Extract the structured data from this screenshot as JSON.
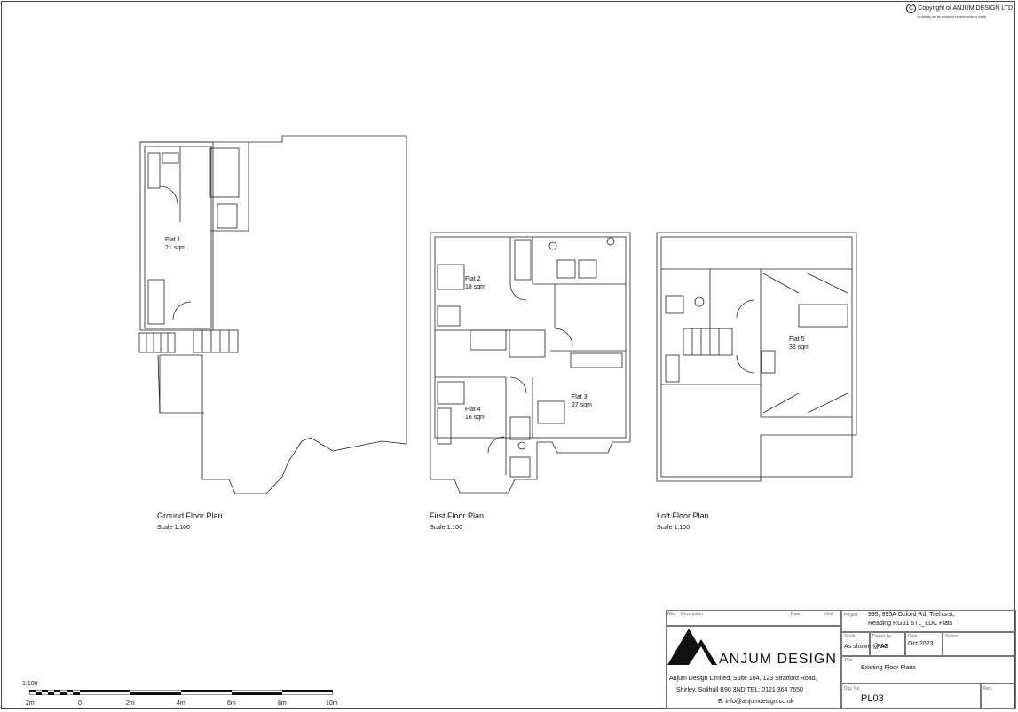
{
  "copyright": {
    "main": "Copyright of ANJUM DESIGN LTD",
    "sub": "No liability will be accepted for amendments made"
  },
  "plans": [
    {
      "title": "Ground Floor Plan",
      "scale": "Scale 1:100"
    },
    {
      "title": "First Floor Plan",
      "scale": "Scale 1:100"
    },
    {
      "title": "Loft Floor Plan",
      "scale": "Scale 1:100"
    }
  ],
  "rooms": [
    {
      "name": "Flat 1",
      "area": "21 sqm"
    },
    {
      "name": "Flat 2",
      "area": "18 sqm"
    },
    {
      "name": "Flat 3",
      "area": "27 sqm"
    },
    {
      "name": "Flat 4",
      "area": "16 sqm"
    },
    {
      "name": "Flat 5",
      "area": "38 sqm"
    }
  ],
  "scalebar": {
    "ratio": "1:100",
    "ticks": [
      "2m",
      "0",
      "2m",
      "4m",
      "6m",
      "8m",
      "10m"
    ]
  },
  "title_block": {
    "rev_label": "Rev.",
    "description_label": "Description",
    "date_label": "Date",
    "chkd_label": "chkd",
    "project_label": "Project",
    "project_line1": "995, 995A Oxford Rd, Tilehurst,",
    "project_line2": "Reading RG31 6TL_LDC Flats",
    "scale_label": "Scale",
    "scale_value": "As shown @ A3",
    "drawn_label": "Drawn by",
    "drawn_value": "RM",
    "date2_label": "Date",
    "date2_value": "Oct 2023",
    "status_label": "Status",
    "title_label": "Title",
    "title_value": "Existing Floor Plans",
    "dwg_label": "Drg. No.",
    "dwg_value": "PL03",
    "rev2_label": "Rev.",
    "company": "ANJUM DESIGN",
    "address1": "Anjum Design Limited,  Suite 104, 123 Stratford Road,",
    "address2": "Shirley, Solihull B90 3ND  TEL: 0121 364 7650",
    "email": "E: info@anjumdesign.co.uk"
  }
}
